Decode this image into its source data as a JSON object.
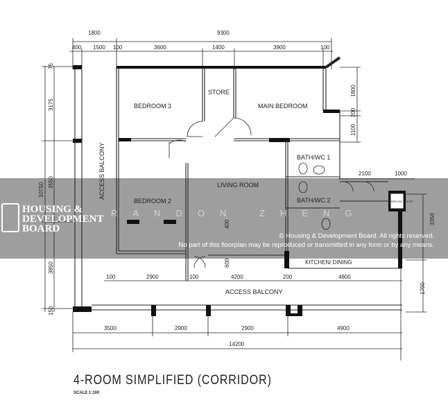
{
  "plan": {
    "title": "4-ROOM SIMPLIFIED (CORRIDOR)",
    "scale": "SCALE 1:100",
    "rooms": {
      "bedroom3": "BEDROOM 3",
      "store": "STORE",
      "main_bedroom": "MAIN BEDROOM",
      "bath1": "BATH/WC 1",
      "living": "LIVING ROOM",
      "bedroom2": "BEDROOM 2",
      "bath2": "BATH/WC 2",
      "kitchen": "KITCHEN/ DINING",
      "refuse": "REFUSE CHUTE",
      "access_balcony_side": "ACCESS BALCONY",
      "access_balcony_bottom": "ACCESS BALCONY"
    },
    "dims_top_overall": [
      "1800",
      "9300"
    ],
    "dims_top": [
      "400",
      "1500",
      "100",
      "3600",
      "1400",
      "3900",
      "100"
    ],
    "dims_left_overall": "10750",
    "dims_left": [
      "75",
      "3175",
      "3550",
      "3850",
      "150"
    ],
    "dims_right": [
      "1800",
      "200",
      "1100"
    ],
    "dims_kitchen": [
      "2100",
      "1000"
    ],
    "dims_right_outer": [
      "3350",
      "1700"
    ],
    "dims_door": [
      "400",
      "600"
    ],
    "dims_bottom1": [
      "100",
      "2900",
      "100",
      "4200",
      "200",
      "4800"
    ],
    "dims_bottom2": [
      "3500",
      "2900",
      "2900",
      "4900"
    ],
    "dims_bottom_overall": "14200"
  },
  "watermark": {
    "logo": [
      "HOUSING &",
      "DEVELOPMENT",
      "BOARD"
    ],
    "name": "RANDON ZHENG",
    "copyright1": "© Housing & Development Board. All rights reserved.",
    "copyright2": "No part of this floorplan may be reproduced or transmitted in any form or by any means."
  }
}
